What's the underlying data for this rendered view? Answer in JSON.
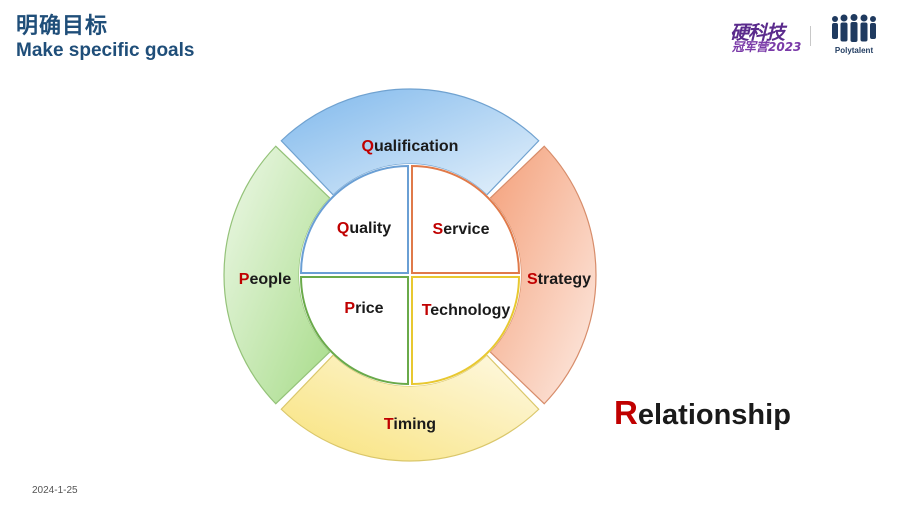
{
  "header": {
    "title_zh": "明确目标",
    "title_en": "Make specific goals"
  },
  "logos": {
    "event_line1": "硬科技",
    "event_line2": "冠军营2023",
    "company_name": "Polytalent"
  },
  "diagram": {
    "outer_ring": [
      {
        "cap": "Q",
        "rest": "ualification",
        "color": "#7fb8ec"
      },
      {
        "cap": "S",
        "rest": "trategy",
        "color": "#f4a07a"
      },
      {
        "cap": "T",
        "rest": "iming",
        "color": "#f8e27a"
      },
      {
        "cap": "P",
        "rest": "eople",
        "color": "#a8dc8a"
      }
    ],
    "inner_quadrants": [
      {
        "cap": "Q",
        "rest": "uality",
        "border": "#6a9fd4"
      },
      {
        "cap": "S",
        "rest": "ervice",
        "border": "#e07a4a"
      },
      {
        "cap": "T",
        "rest": "echnology",
        "border": "#e8c830"
      },
      {
        "cap": "P",
        "rest": "rice",
        "border": "#6aaa4a"
      }
    ],
    "accent_color": "#c00000"
  },
  "footer": {
    "relationship_cap": "R",
    "relationship_rest": "elationship",
    "date": "2024-1-25"
  }
}
